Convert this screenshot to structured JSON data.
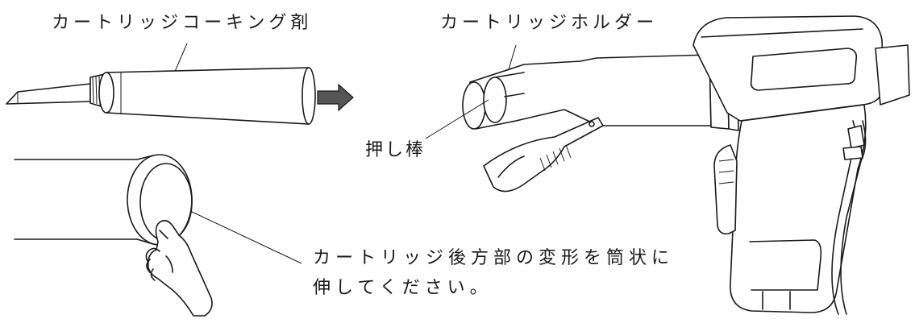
{
  "labels": {
    "caulk_cartridge": "カートリッジコーキング剤",
    "cartridge_holder": "カートリッジホルダー",
    "push_rod": "押し棒",
    "note_line1": "カートリッジ後方部の変形を筒状に",
    "note_line2": "伸してください。"
  },
  "colors": {
    "ink": "#1a1a1a",
    "background": "#ffffff",
    "arrow": "#555555"
  },
  "icons": {
    "direction_arrow": "right-arrow-icon"
  }
}
